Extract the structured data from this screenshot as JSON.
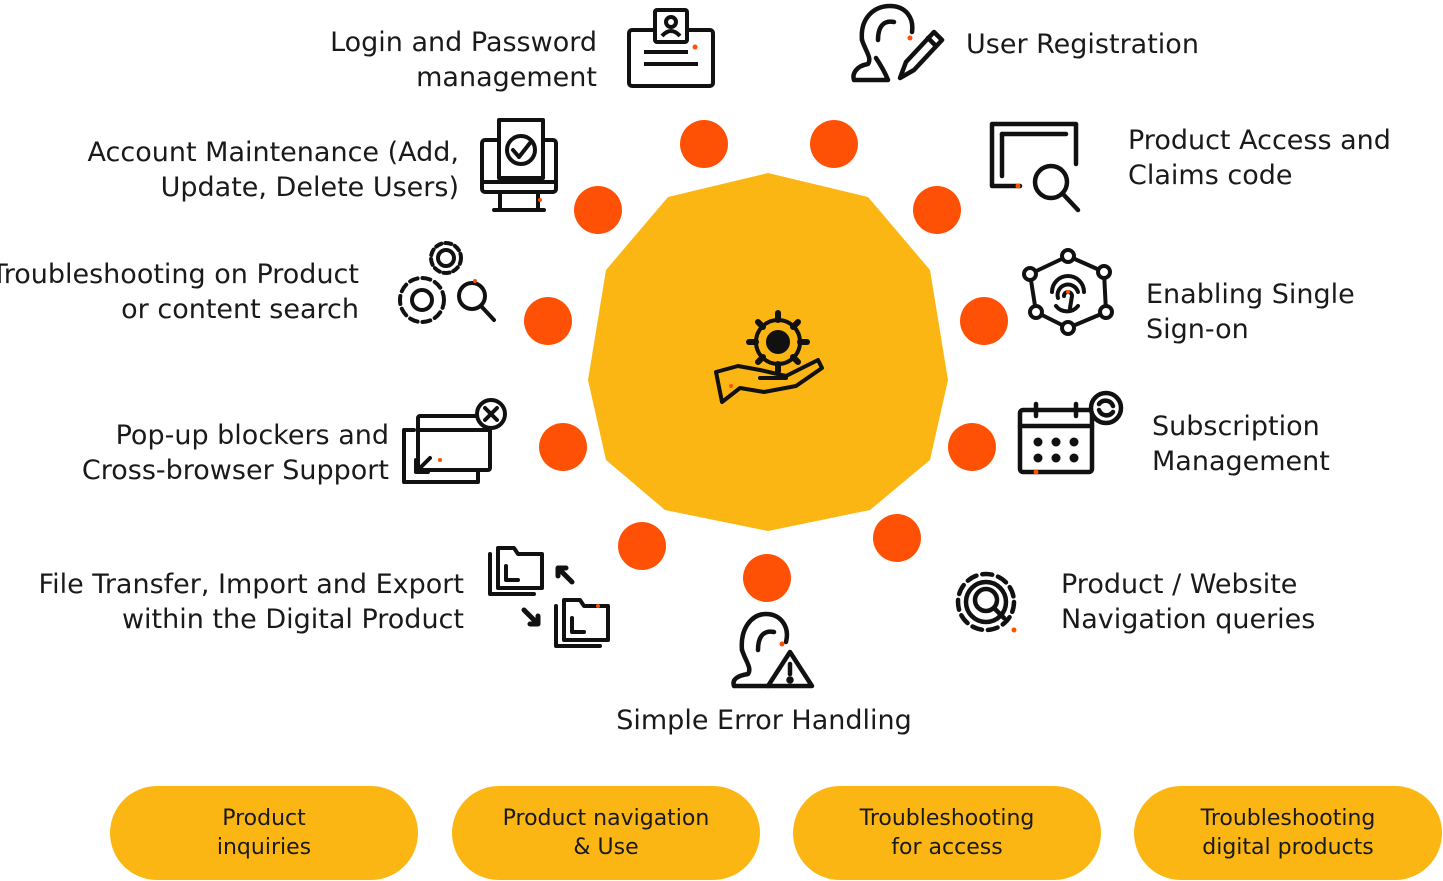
{
  "services": {
    "login": [
      "Login and Password",
      "management"
    ],
    "registration": [
      "User Registration"
    ],
    "account": [
      "Account Maintenance (Add,",
      "Update, Delete Users)"
    ],
    "access": [
      "Product Access and",
      "Claims code"
    ],
    "troubleshoot_search": [
      "Troubleshooting on Product",
      "or content search"
    ],
    "sso": [
      "Enabling Single",
      "Sign-on"
    ],
    "popup": [
      "Pop-up blockers and",
      "Cross-browser Support"
    ],
    "subscription": [
      "Subscription",
      "Management"
    ],
    "file_transfer": [
      "File Transfer, Import and Export",
      "within the Digital Product"
    ],
    "navigation": [
      "Product / Website",
      "Navigation queries"
    ],
    "error": [
      "Simple Error Handling"
    ]
  },
  "categories": [
    [
      "Product",
      "inquiries"
    ],
    [
      "Product navigation",
      "& Use"
    ],
    [
      "Troubleshooting",
      "for access"
    ],
    [
      "Troubleshooting",
      "digital products"
    ]
  ],
  "colors": {
    "hub": "#fbb613",
    "dot": "#ff5105",
    "pill": "#fbb613",
    "icon_stroke": "#111111",
    "icon_accent": "#ff5105"
  },
  "icons": [
    "support-hand-gear-icon",
    "id-card-icon",
    "user-edit-icon",
    "monitor-checklist-icon",
    "screen-search-icon",
    "gears-search-icon",
    "network-fingerprint-icon",
    "browser-close-icon",
    "calendar-sync-icon",
    "folders-transfer-icon",
    "gear-search-icon",
    "user-warning-icon"
  ]
}
